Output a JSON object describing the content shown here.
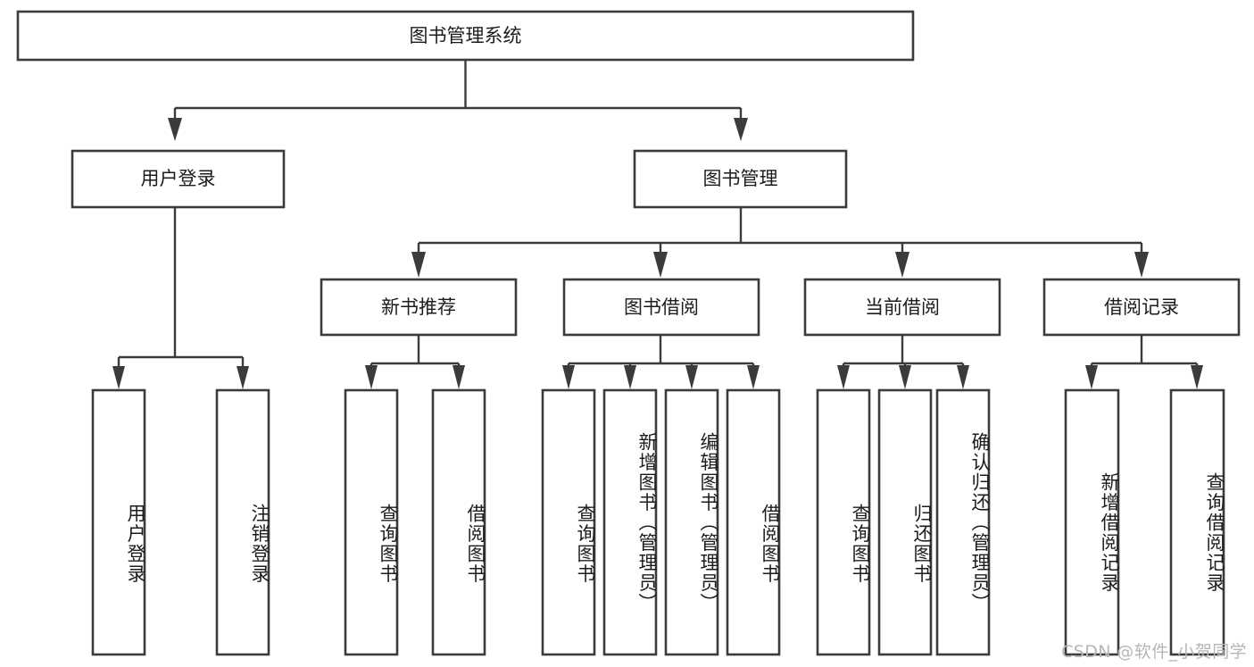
{
  "diagram": {
    "title": "图书管理系统",
    "type": "tree-hierarchy-diagram",
    "colors": {
      "box_stroke": "#3b3b3b",
      "box_fill": "#ffffff",
      "text": "#1c1c1c",
      "background": "#ffffff",
      "watermark": "#b6b6b6"
    },
    "root": {
      "label": "图书管理系统"
    },
    "level2": [
      {
        "label": "用户登录"
      },
      {
        "label": "图书管理"
      }
    ],
    "level3": [
      {
        "label": "新书推荐"
      },
      {
        "label": "图书借阅"
      },
      {
        "label": "当前借阅"
      },
      {
        "label": "借阅记录"
      }
    ],
    "leaves": {
      "user_login": [
        {
          "label": "用户登录"
        },
        {
          "label": "注销登录"
        }
      ],
      "new_book_recommend": [
        {
          "label": "查询图书"
        },
        {
          "label": "借阅图书"
        }
      ],
      "book_borrow": [
        {
          "label": "查询图书"
        },
        {
          "label": "新增图书（管理员）"
        },
        {
          "label": "编辑图书（管理员）"
        },
        {
          "label": "借阅图书"
        }
      ],
      "current_borrow": [
        {
          "label": "查询图书"
        },
        {
          "label": "归还图书"
        },
        {
          "label": "确认归还（管理员）"
        }
      ],
      "borrow_record": [
        {
          "label": "新增借阅记录"
        },
        {
          "label": "查询借阅记录"
        }
      ]
    }
  },
  "watermark": {
    "text": "CSDN @软件_小贺同学"
  }
}
